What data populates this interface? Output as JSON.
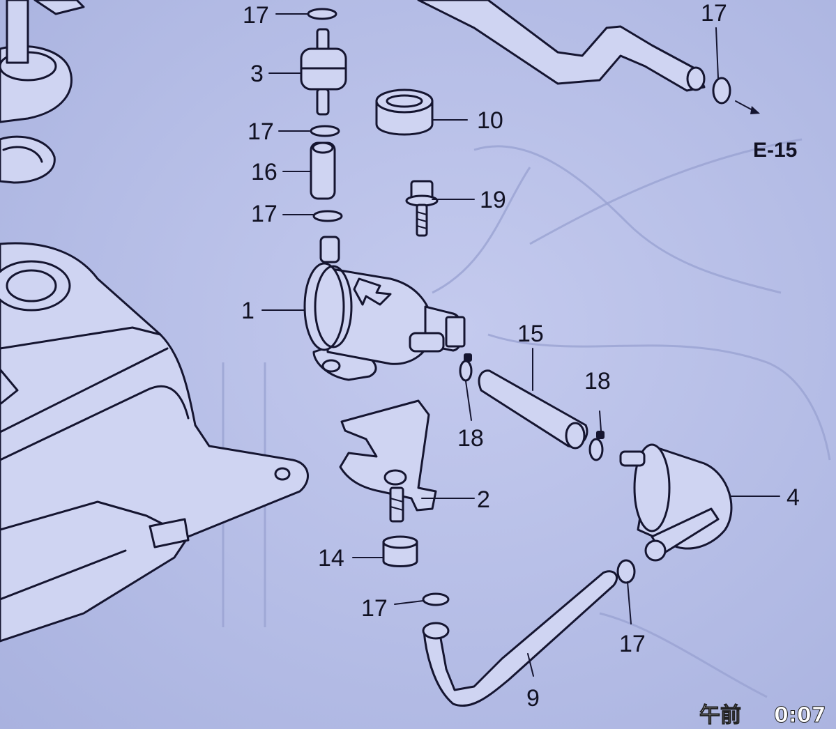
{
  "diagram": {
    "callouts": [
      {
        "id": "c-17a",
        "text": "17",
        "part": "clip"
      },
      {
        "id": "c-3",
        "text": "3",
        "part": "fuel-filter"
      },
      {
        "id": "c-17b",
        "text": "17",
        "part": "clip"
      },
      {
        "id": "c-16",
        "text": "16",
        "part": "hose-short"
      },
      {
        "id": "c-17c",
        "text": "17",
        "part": "clip"
      },
      {
        "id": "c-10",
        "text": "10",
        "part": "rubber-collar"
      },
      {
        "id": "c-19",
        "text": "19",
        "part": "flange-bolt"
      },
      {
        "id": "c-1",
        "text": "1",
        "part": "fuel-pump"
      },
      {
        "id": "c-15",
        "text": "15",
        "part": "hose-mid"
      },
      {
        "id": "c-18a",
        "text": "18",
        "part": "clip"
      },
      {
        "id": "c-18b",
        "text": "18",
        "part": "clip"
      },
      {
        "id": "c-2",
        "text": "2",
        "part": "bracket"
      },
      {
        "id": "c-4",
        "text": "4",
        "part": "pressure-regulator"
      },
      {
        "id": "c-14",
        "text": "14",
        "part": "nut"
      },
      {
        "id": "c-17d",
        "text": "17",
        "part": "clip"
      },
      {
        "id": "c-17e",
        "text": "17",
        "part": "clip"
      },
      {
        "id": "c-9",
        "text": "9",
        "part": "hose-long"
      },
      {
        "id": "c-17f",
        "text": "17",
        "part": "clip"
      }
    ],
    "reference": "E-15"
  },
  "status_bar": {
    "ampm": "午前",
    "time": "0:07"
  }
}
